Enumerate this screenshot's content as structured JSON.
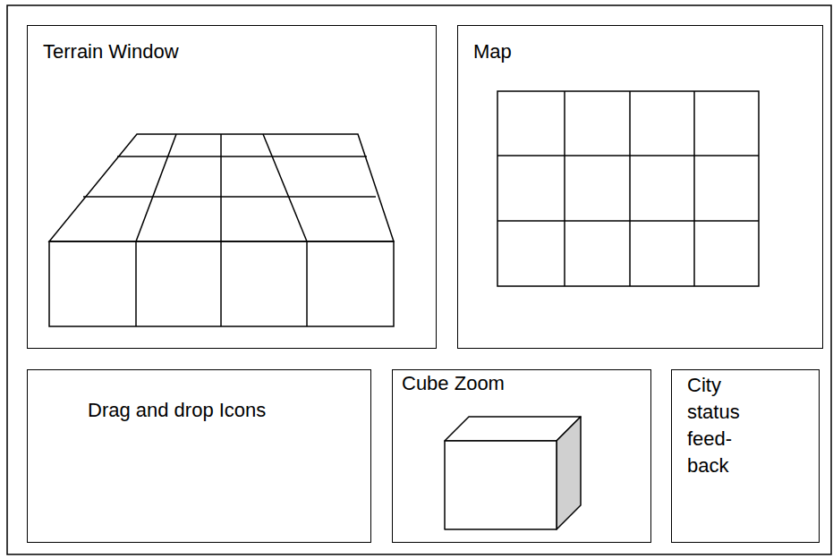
{
  "diagram": {
    "nodes": [
      {
        "text": [
          "Terrain Window"
        ]
      },
      {
        "text": [
          "Map"
        ]
      },
      {
        "text": [
          "Drag and drop Icons"
        ]
      },
      {
        "text": [
          "Cube Zoom"
        ]
      },
      {
        "text": [
          "City status feed-back"
        ]
      }
    ]
  }
}
